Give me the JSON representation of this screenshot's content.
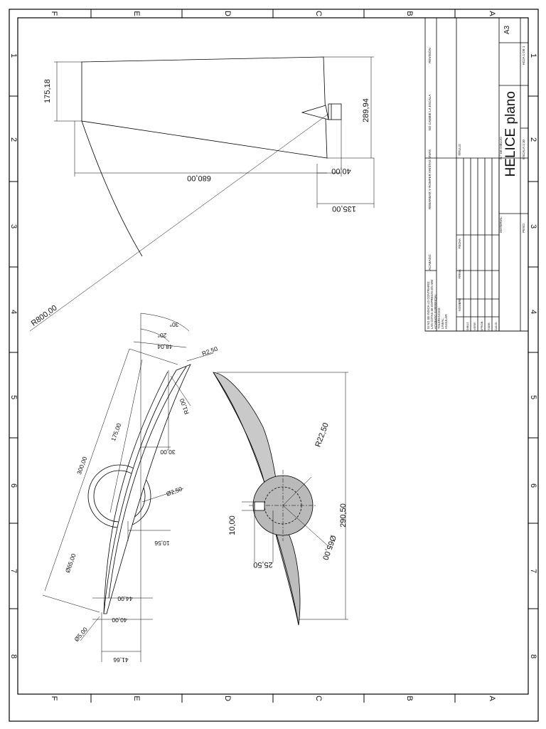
{
  "zones": {
    "columns": [
      "F",
      "E",
      "D",
      "C",
      "B",
      "A"
    ],
    "rows": [
      "1",
      "2",
      "3",
      "4",
      "5",
      "6",
      "7",
      "8"
    ]
  },
  "title_block": {
    "title": "HELICE plano",
    "size": "A3",
    "sheet": "HOJA 1 DE 1",
    "scale": "ESCALA:1:10",
    "dwg_no": "N.º DE DIBUJO",
    "weight": "PESO:",
    "material": "MATERIAL:",
    "titulo": "TÍTULO:",
    "revision": "REVISIÓN",
    "no_scale": "NO CAMBIE LA ESCALA",
    "deburr": "REBARBAR Y ROMPER ARISTAS VIVAS",
    "acabado": "ACABADO:",
    "notes": [
      "SI NO SE INDICA LO CONTRARIO:",
      "LAS COTAS SE EXPRESAN EN MM",
      "ACABADO SUPERFICIAL:",
      "TOLERANCIAS:",
      "LINEAL:",
      "ANGULAR:"
    ],
    "col_nombre": "NOMBRE",
    "col_firma": "FIRMA",
    "col_fecha": "FECHA",
    "rows": [
      "DIBUJ.",
      "VERIF.",
      "APROB.",
      "FABR.",
      "CALID."
    ]
  },
  "dims": {
    "d175": "175,18",
    "d28994": "289,94",
    "d680": "680,00",
    "d40": "40,00",
    "d135": "135,00",
    "r800": "R800,00",
    "a30": "30°",
    "a20": "20°",
    "d4804": "48,04",
    "r250": "R2,50",
    "r1": "R1,00",
    "d300": "300,00",
    "d175b": "175,00",
    "d30": "30,00",
    "d250": "Ø2,50",
    "d1056": "10,56",
    "d6500a": "Ø65,00",
    "d44": "44,00",
    "d40b": "40,00",
    "d5": "Ø5,00",
    "d4166": "41,66",
    "r2250": "R22,50",
    "d10": "10,00",
    "d29050": "290,50",
    "d2550": "25,50",
    "d6500b": "Ø65,00"
  }
}
